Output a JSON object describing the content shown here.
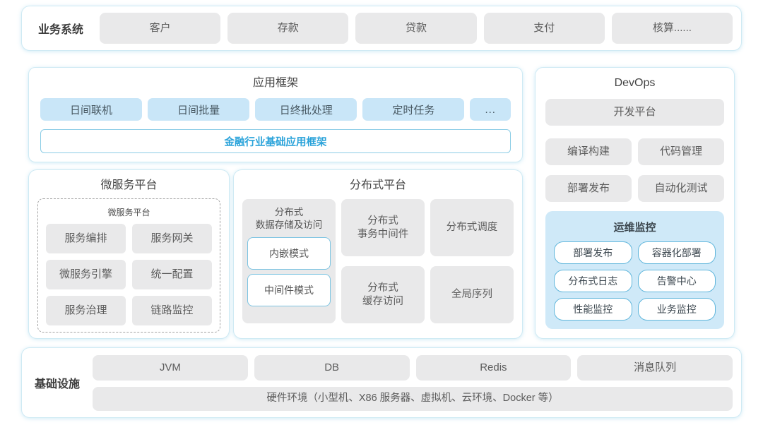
{
  "business": {
    "label": "业务系统",
    "items": [
      "客户",
      "存款",
      "贷款",
      "支付",
      "核算......"
    ]
  },
  "app_framework": {
    "title": "应用框架",
    "items": [
      "日间联机",
      "日间批量",
      "日终批处理",
      "定时任务",
      "..."
    ],
    "base": "金融行业基础应用框架"
  },
  "devops": {
    "title": "DevOps",
    "dev_platform": "开发平台",
    "tools": [
      "编译构建",
      "代码管理",
      "部署发布",
      "自动化测试"
    ],
    "ops_monitor": {
      "title": "运维监控",
      "items": [
        "部署发布",
        "容器化部署",
        "分布式日志",
        "告警中心",
        "性能监控",
        "业务监控"
      ]
    }
  },
  "microservice": {
    "title": "微服务平台",
    "inner_title": "微服务平台",
    "items": [
      "服务编排",
      "服务网关",
      "微服务引擎",
      "统一配置",
      "服务治理",
      "链路监控"
    ]
  },
  "distributed": {
    "title": "分布式平台",
    "storage": {
      "title": "分布式\n数据存储及访问",
      "modes": [
        "内嵌模式",
        "中间件模式"
      ]
    },
    "items": [
      "分布式\n事务中间件",
      "分布式调度",
      "分布式\n缓存访问",
      "全局序列"
    ]
  },
  "infrastructure": {
    "label": "基础设施",
    "items": [
      "JVM",
      "DB",
      "Redis",
      "消息队列"
    ],
    "hardware": "硬件环境（小型机、X86 服务器、虚拟机、云环境、Docker 等）"
  },
  "colors": {
    "accent_blue": "#2aa3da",
    "panel_border": "#cfeaf4",
    "box_gray": "#e9e9ea",
    "box_blue": "#c9e6f8",
    "ops_bg": "#cfe9f8",
    "ops_border": "#62b7dc"
  }
}
